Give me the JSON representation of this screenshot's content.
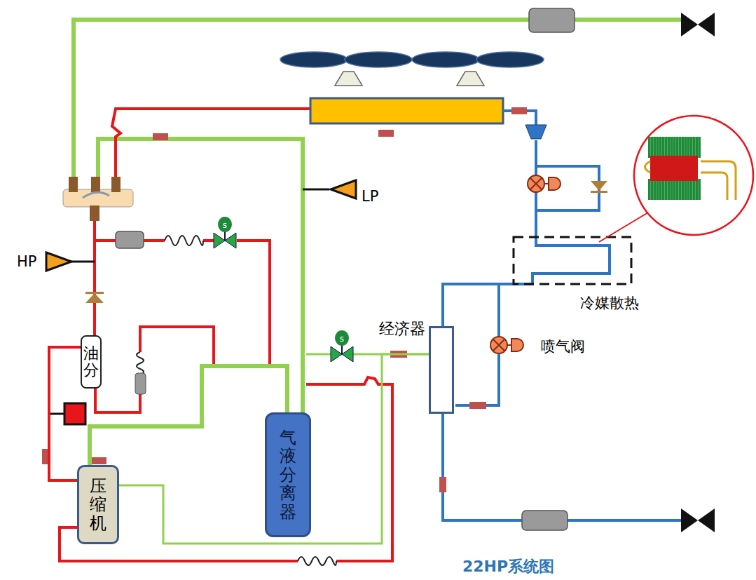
{
  "diagram": {
    "caption": "22HP系统图",
    "nodes": [
      {
        "text": [
          "油分"
        ]
      },
      {
        "text": [
          "经济器"
        ]
      },
      {
        "text": [
          "气液分离器"
        ]
      },
      {
        "text": [
          "压缩机"
        ]
      }
    ],
    "edges": [
      {
        "from": 3,
        "to": 0,
        "arrow": "none"
      },
      {
        "from": 2,
        "to": 3,
        "arrow": "none"
      },
      {
        "from": 1,
        "to": 3,
        "arrow": "none"
      }
    ],
    "labels": [
      "LP",
      "HP",
      "冷媒散热",
      "喷气阀"
    ]
  }
}
